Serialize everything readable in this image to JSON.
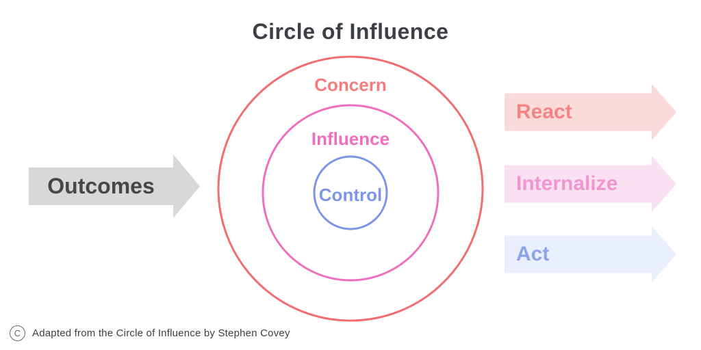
{
  "title": {
    "text": "Circle of Influence",
    "color": "#3C4045"
  },
  "rings": [
    {
      "label": "Concern",
      "color": "#F26D6D",
      "label_color": "#F47C7C"
    },
    {
      "label": "Influence",
      "color": "#F06EBE",
      "label_color": "#F06EBE"
    },
    {
      "label": "Control",
      "color": "#7C95E8",
      "label_color": "#7D96E8"
    }
  ],
  "outcome_arrow": {
    "label": "Outcomes",
    "fill": "#D8D8D8",
    "text_color": "#474747"
  },
  "action_arrows": [
    {
      "label": "React",
      "fill": "#FBDADA",
      "text_color": "#F48484"
    },
    {
      "label": "Internalize",
      "fill": "#FAE1F1",
      "text_color": "#F095D0"
    },
    {
      "label": "Act",
      "fill": "#E9EFFC",
      "text_color": "#8CA3EA"
    }
  ],
  "footer": {
    "icon_letter": "C",
    "text": "Adapted from the Circle of Influence by Stephen Covey"
  }
}
